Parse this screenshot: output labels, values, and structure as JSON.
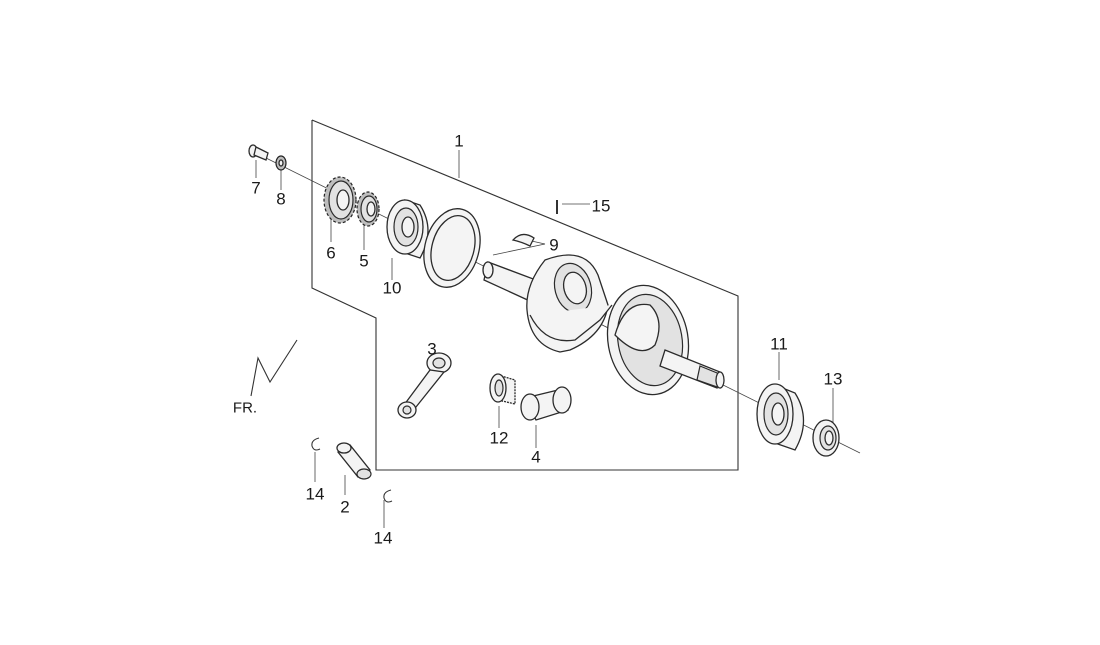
{
  "diagram": {
    "part_numbers": [
      "1",
      "2",
      "3",
      "4",
      "5",
      "6",
      "7",
      "8",
      "9",
      "10",
      "11",
      "12",
      "13",
      "14",
      "14",
      "15"
    ],
    "direction_label": "FR."
  }
}
